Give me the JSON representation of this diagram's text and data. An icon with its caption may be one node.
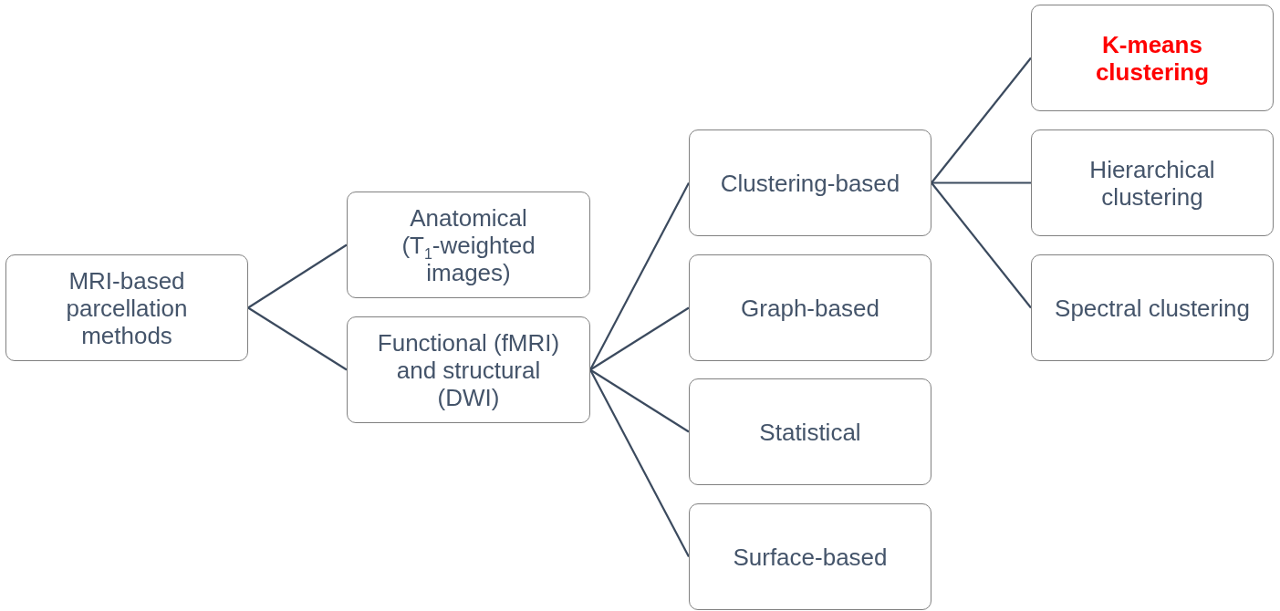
{
  "diagram": {
    "nodes": [
      {
        "text": [
          "MRI-based parcellation methods"
        ]
      },
      {
        "text": [
          "Anatomical",
          "(T$_{1}$-weighted images)"
        ]
      },
      {
        "text": [
          "Functional (fMRI) and structural (DWI)"
        ]
      },
      {
        "text": [
          "Clustering-based"
        ]
      },
      {
        "text": [
          "Graph-based"
        ]
      },
      {
        "text": [
          "Statistical"
        ]
      },
      {
        "text": [
          "Surface-based"
        ]
      },
      {
        "text": [
          "K-means clustering"
        ]
      },
      {
        "text": [
          "Hierarchical clustering"
        ]
      },
      {
        "text": [
          "Spectral clustering"
        ]
      }
    ],
    "edges": [
      {
        "from": 0,
        "to": 1,
        "arrow": "none"
      },
      {
        "from": 0,
        "to": 2,
        "arrow": "none"
      },
      {
        "from": 2,
        "to": 3,
        "arrow": "none"
      },
      {
        "from": 2,
        "to": 4,
        "arrow": "none"
      },
      {
        "from": 2,
        "to": 5,
        "arrow": "none"
      },
      {
        "from": 2,
        "to": 6,
        "arrow": "none"
      },
      {
        "from": 3,
        "to": 7,
        "arrow": "none"
      },
      {
        "from": 3,
        "to": 8,
        "arrow": "none"
      },
      {
        "from": 3,
        "to": 9,
        "arrow": "none"
      }
    ]
  }
}
